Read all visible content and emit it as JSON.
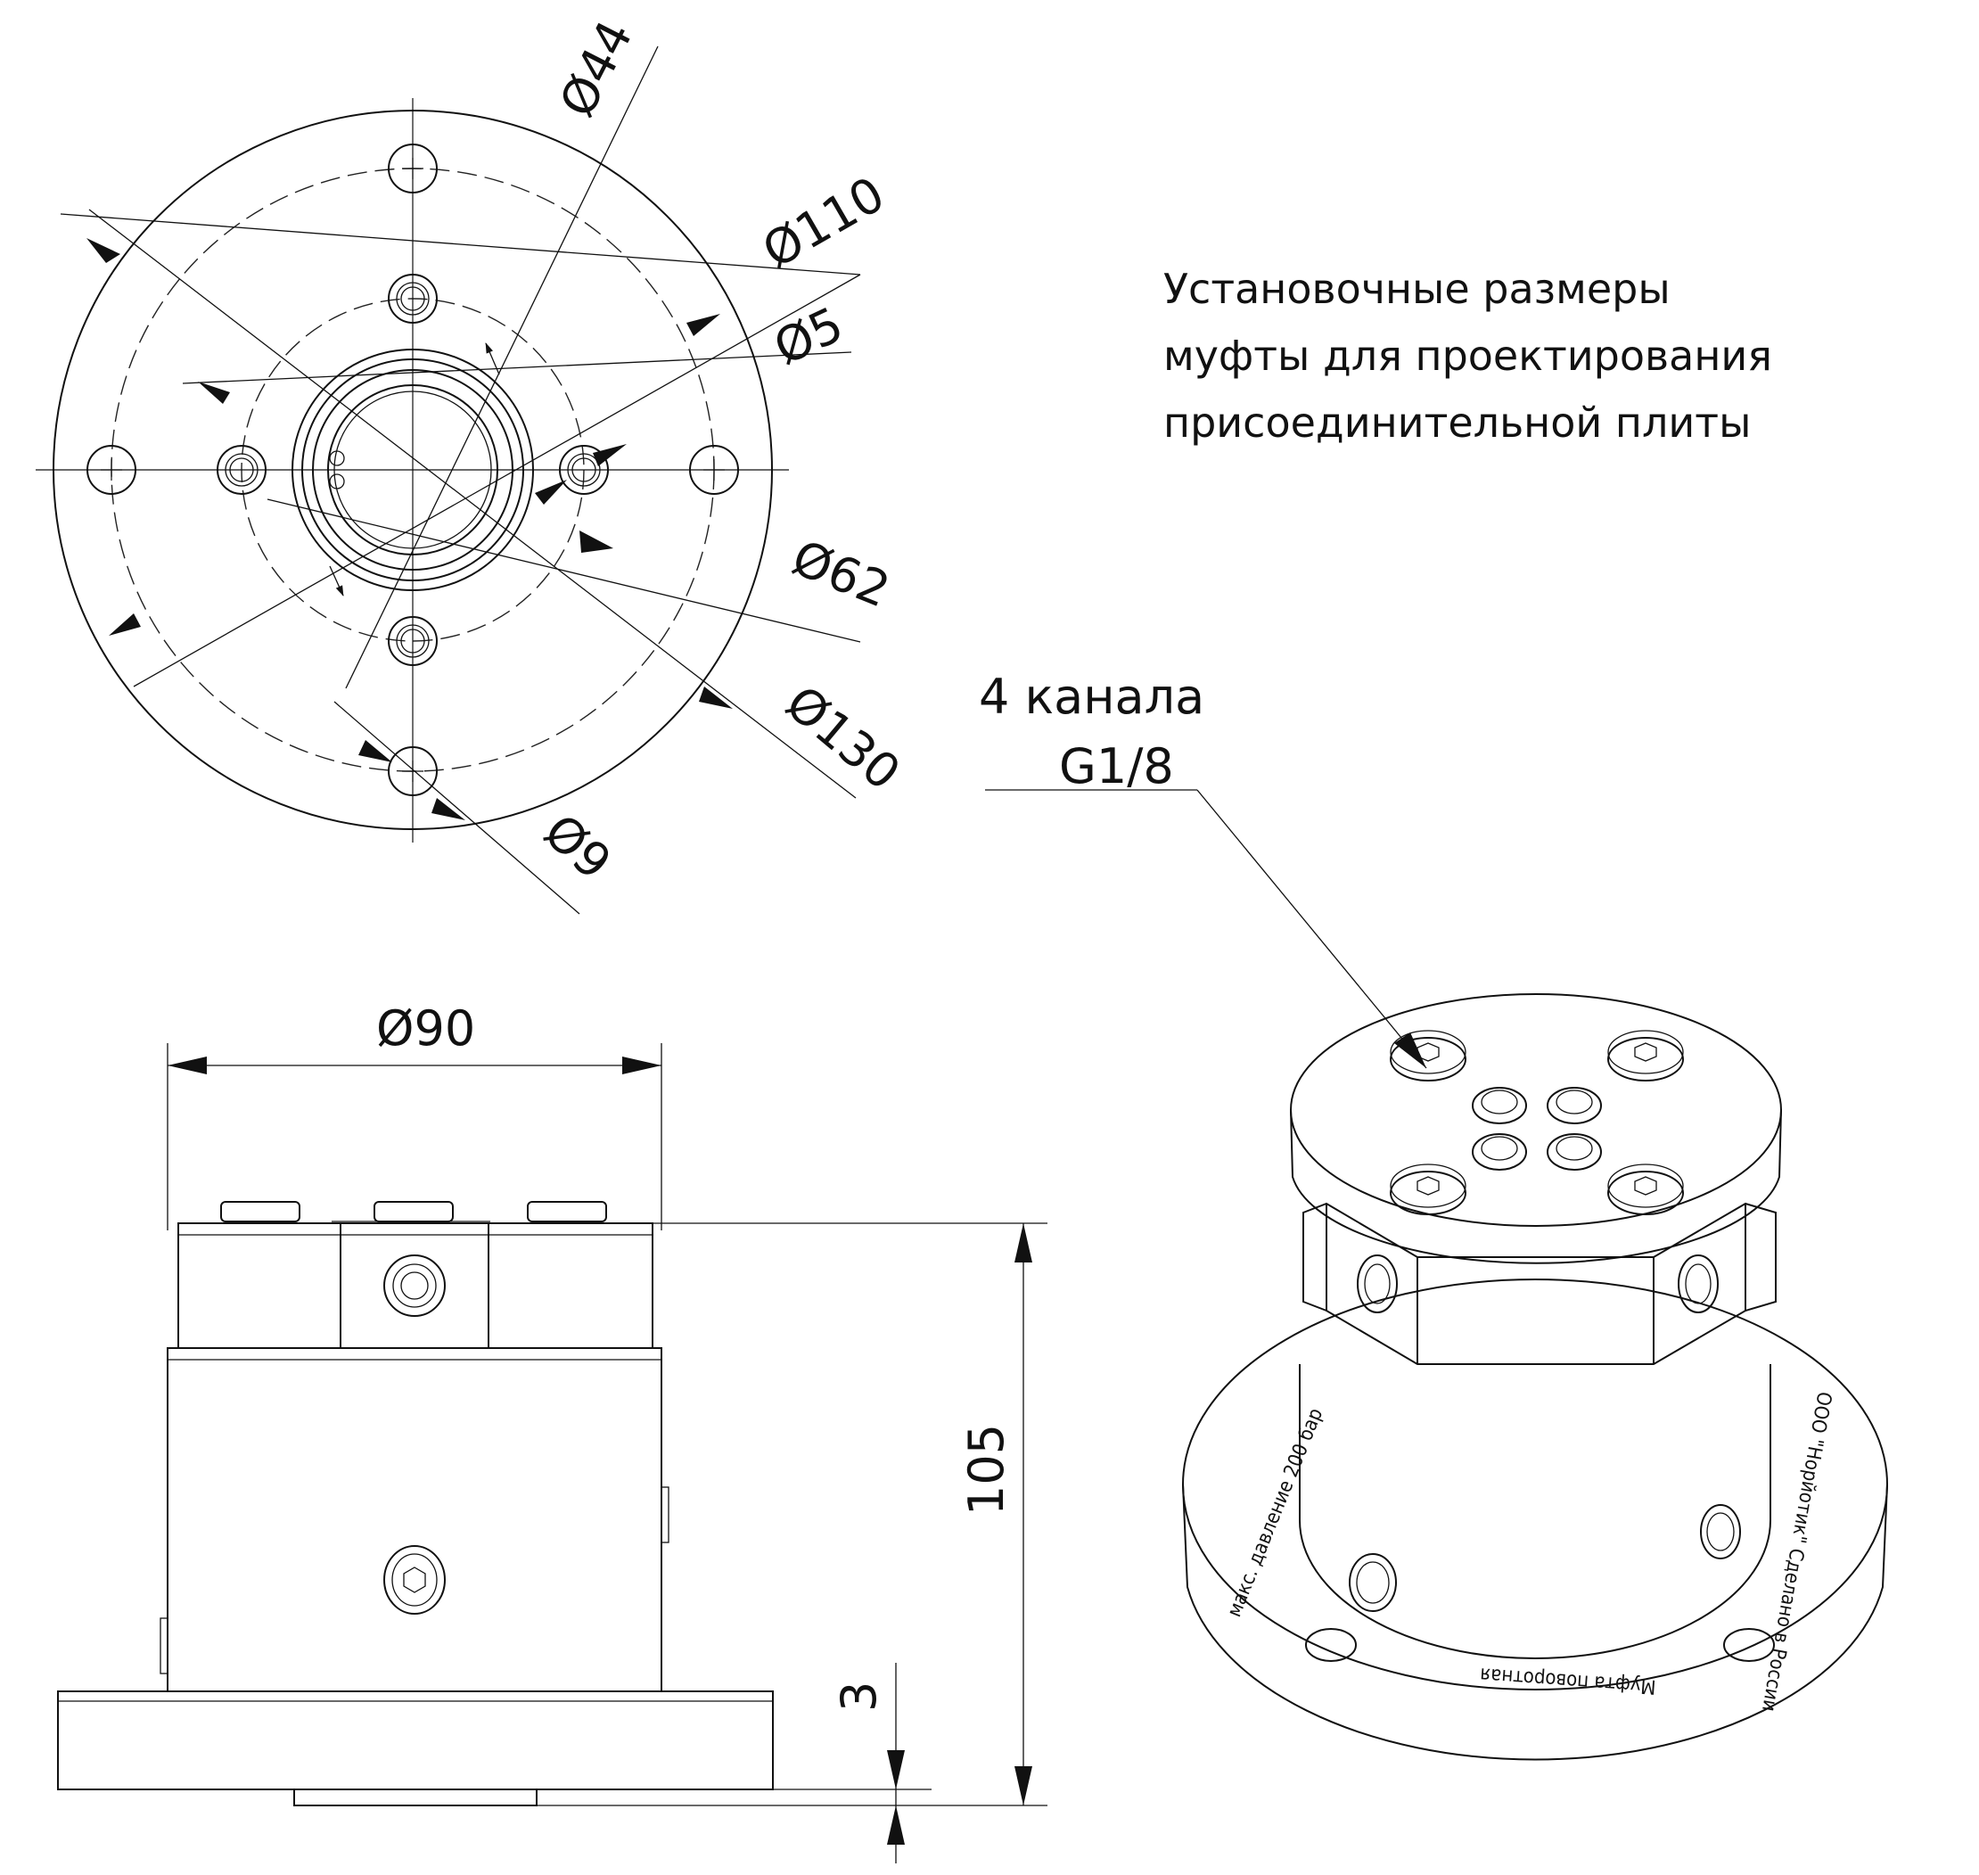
{
  "note": {
    "lines": [
      "Установочные размеры",
      "муфты для проектирования",
      "присоединительной плиты"
    ]
  },
  "top_view": {
    "dims": {
      "d44": "Ø44",
      "d110": "Ø110",
      "d5": "Ø5",
      "d62": "Ø62",
      "d130": "Ø130",
      "d9": "Ø9"
    }
  },
  "side_view": {
    "dims": {
      "d90": "Ø90",
      "h105": "105",
      "h3": "3"
    }
  },
  "iso_view": {
    "callout": {
      "line1": "4 канала",
      "line2": "G1/8"
    },
    "engraving": {
      "left": "макс. давление 200 бар",
      "right": "ООО \"Норйотик\" Сделано в России",
      "bottom": "Муфта поворотная"
    }
  }
}
